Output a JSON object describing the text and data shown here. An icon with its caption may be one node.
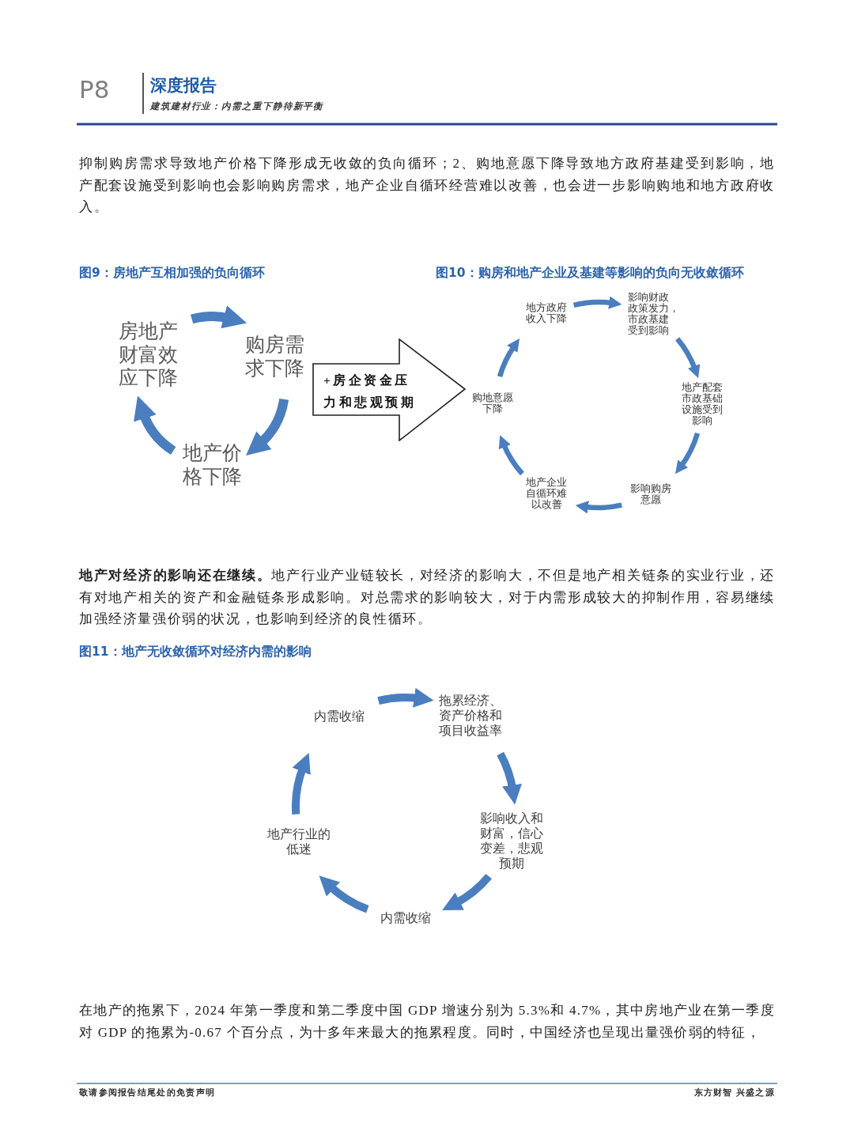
{
  "diagram": {
    "nodes": [
      {
        "text": [
          "房地产财富效应下降"
        ]
      },
      {
        "text": [
          "购房需求下降"
        ]
      },
      {
        "text": [
          "地产价格下降"
        ]
      },
      {
        "text": [
          "+房企资金压力和悲观预期"
        ]
      },
      {
        "text": [
          "地方政府收入下降"
        ]
      },
      {
        "text": [
          "影响财政政策发力，市政基建受到影响"
        ]
      },
      {
        "text": [
          "地产配套市政基础设施受到影响"
        ]
      },
      {
        "text": [
          "影响购房意愿"
        ]
      },
      {
        "text": [
          "地产企业自循环难以改善"
        ]
      },
      {
        "text": [
          "购地意愿下降"
        ]
      },
      {
        "text": [
          "内需收缩"
        ]
      },
      {
        "text": [
          "拖累经济、资产价格和项目收益率"
        ]
      },
      {
        "text": [
          "影响收入和财富，信心变差，悲观预期"
        ]
      },
      {
        "text": [
          "内需收缩"
        ]
      },
      {
        "text": [
          "地产行业的低迷"
        ]
      }
    ],
    "edges": [
      {
        "from": 0,
        "to": 1,
        "arrow": "to"
      },
      {
        "from": 1,
        "to": 2,
        "arrow": "to"
      },
      {
        "from": 2,
        "to": 0,
        "arrow": "to"
      },
      {
        "from": 4,
        "to": 5,
        "arrow": "to"
      },
      {
        "from": 5,
        "to": 6,
        "arrow": "to"
      },
      {
        "from": 6,
        "to": 7,
        "arrow": "to"
      },
      {
        "from": 7,
        "to": 8,
        "arrow": "to"
      },
      {
        "from": 8,
        "to": 9,
        "arrow": "to"
      },
      {
        "from": 9,
        "to": 4,
        "arrow": "to"
      },
      {
        "from": 10,
        "to": 11,
        "arrow": "to"
      },
      {
        "from": 11,
        "to": 12,
        "arrow": "to"
      },
      {
        "from": 12,
        "to": 13,
        "arrow": "to"
      },
      {
        "from": 13,
        "to": 14,
        "arrow": "to"
      },
      {
        "from": 14,
        "to": 10,
        "arrow": "to"
      }
    ],
    "labels": [
      "P8",
      "深度报告",
      "建筑建材行业：内需之重下静待新平衡",
      "抑制购房需求导致地产价格下降形成无收敛的负向循环；2、购地意愿下降导致地方政府基建受到影响，地产配套设施受到影响也会影响购房需求，地产企业自循环经营难以改善，也会进一步影响购地和地方政府收入。",
      "图9：房地产互相加强的负向循环",
      "图10：购房和地产企业及基建等影响的负向无收敛循环",
      "**地产对经济的影响还在继续。**地产行业产业链较长，对经济的影响大，不但是地产相关链条的实业行业，还有对地产相关的资产和金融链条形成影响。对总需求的影响较大，对于内需形成较大的抑制作用，容易继续加强经济量强价弱的状况，也影响到经济的良性循环。",
      "图11：地产无收敛循环对经济内需的影响",
      "在地产的拖累下，2024 年第一季度和第二季度中国 GDP 增速分别为 5.3%和 4.7%，其中房地产业在第一季度对 GDP 的拖累为-0.67 个百分点，为十多年来最大的拖累程度。同时，中国经济也呈现出量强价弱的特征，",
      "敬请参阅报告结尾处的免责声明",
      "东方财智 兴盛之源"
    ]
  }
}
